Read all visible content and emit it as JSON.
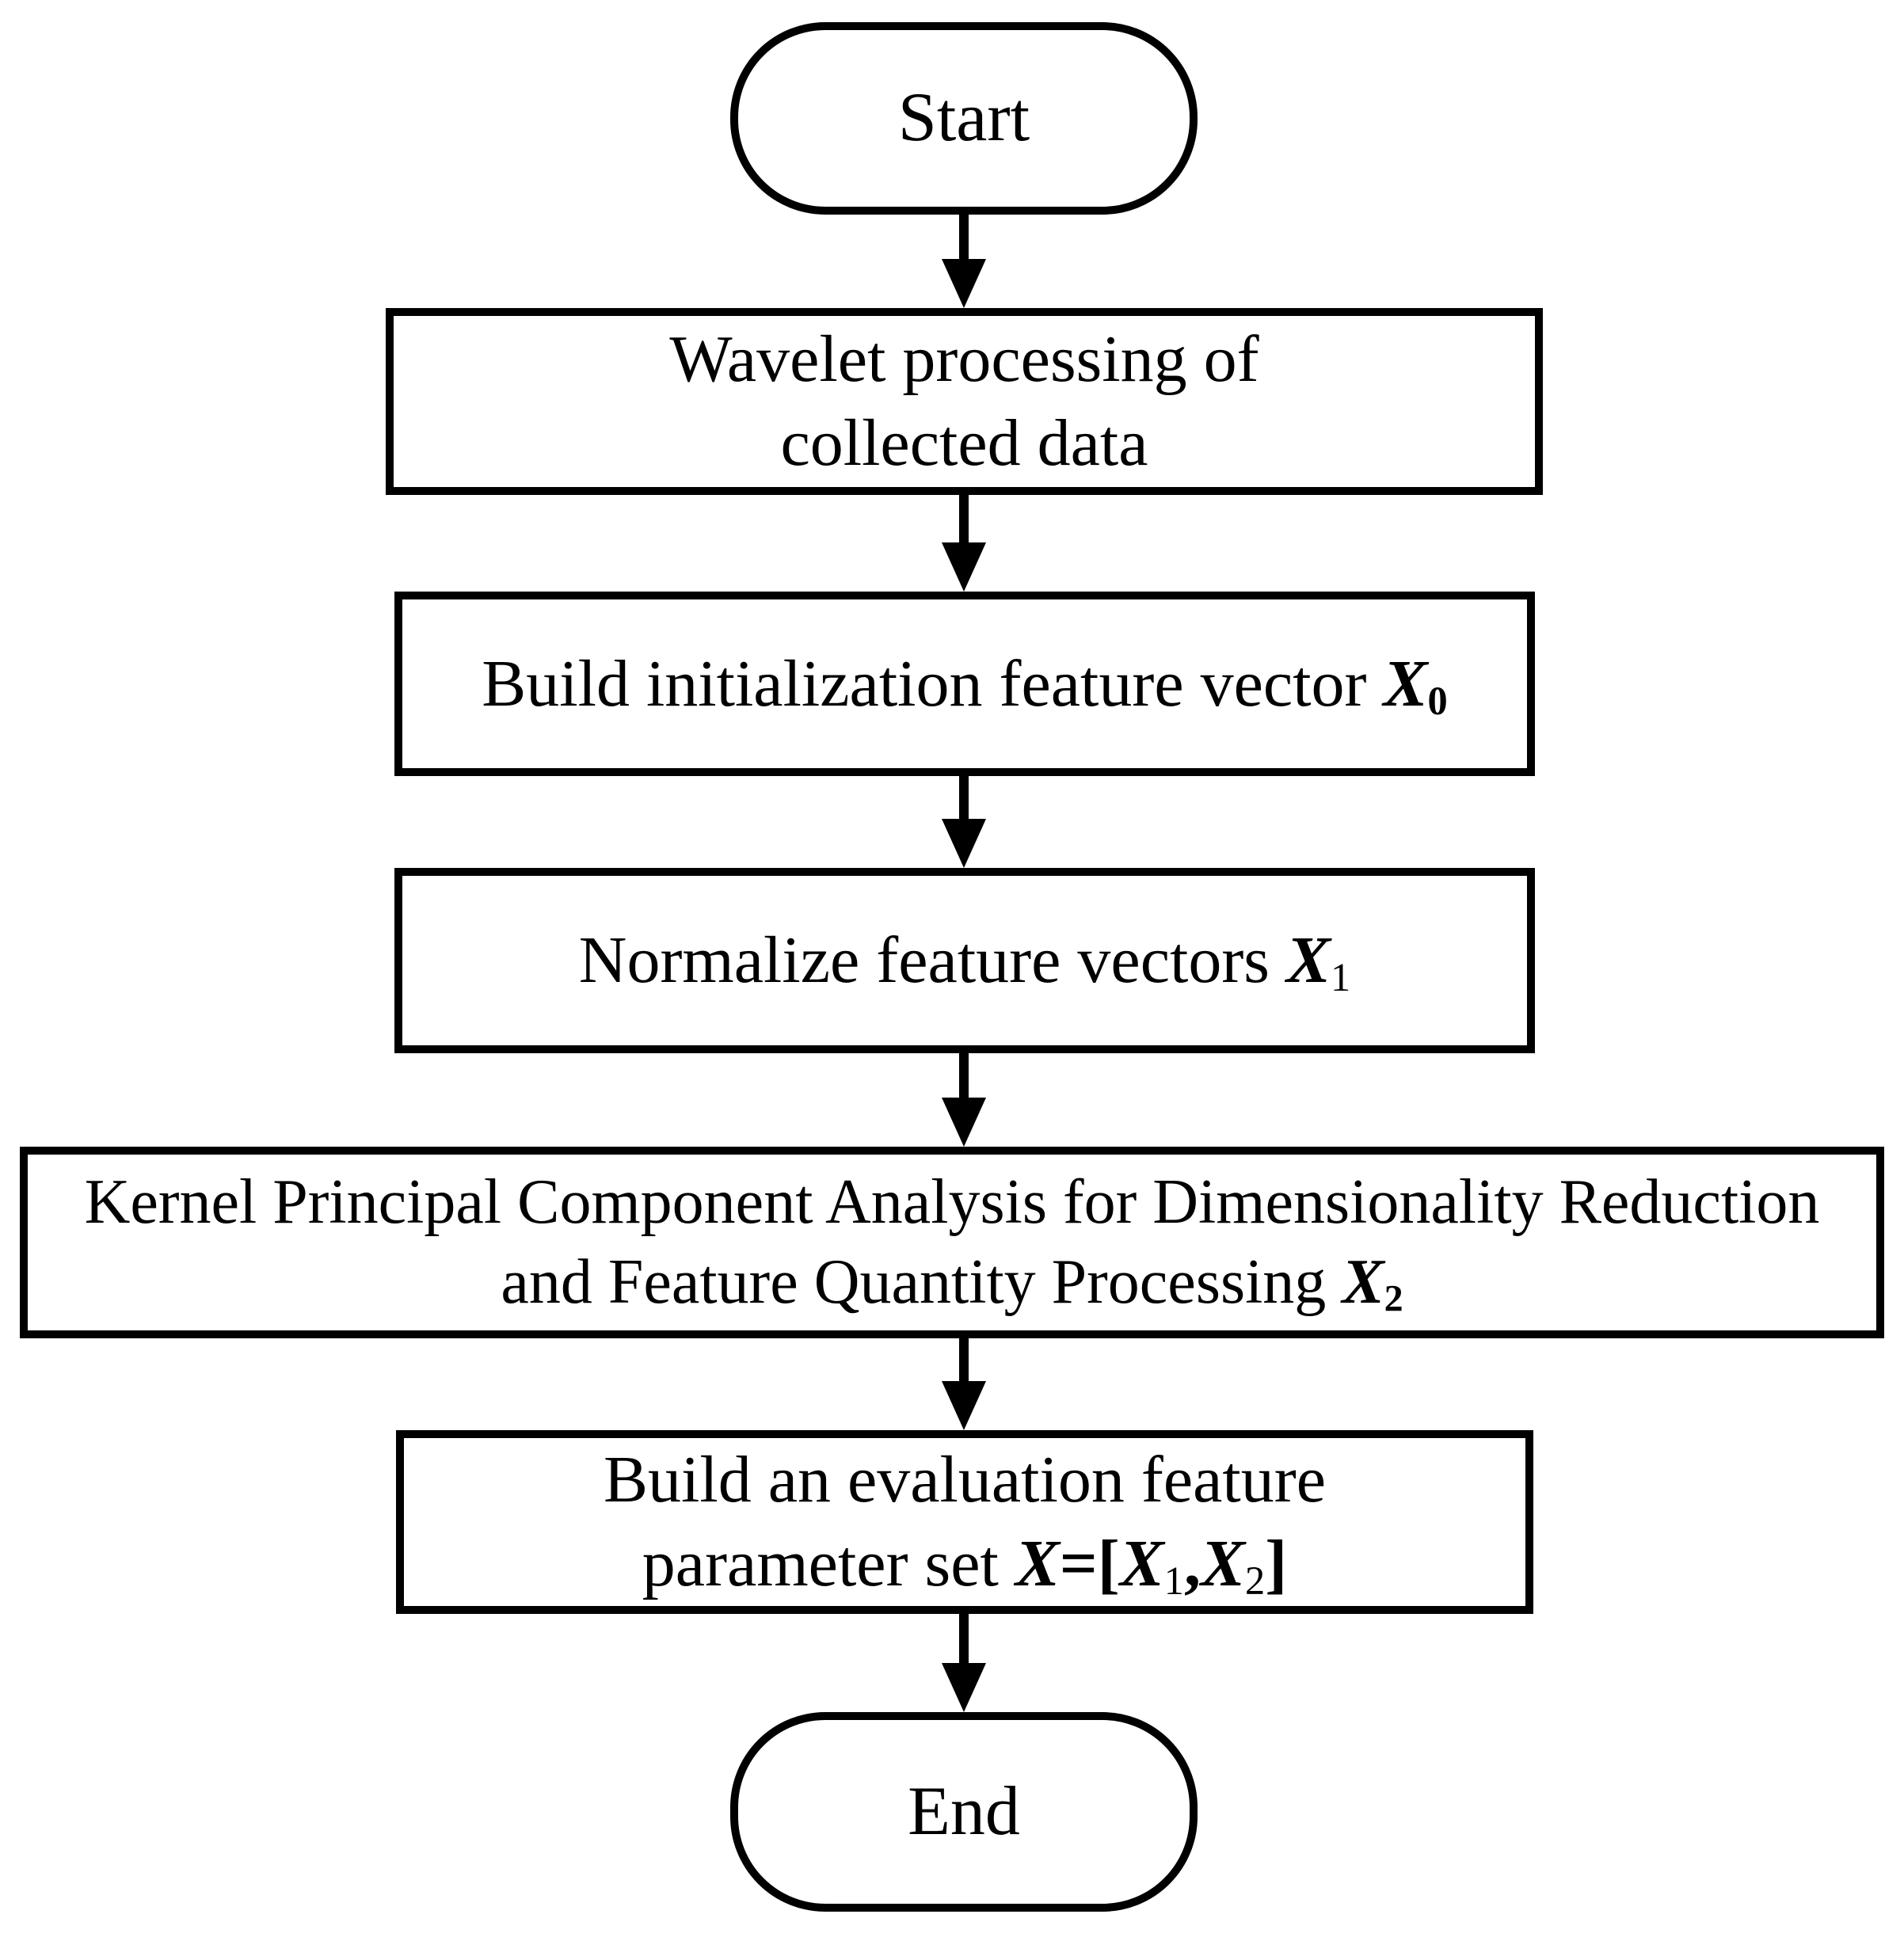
{
  "diagram": {
    "description": "Feature extraction flowchart",
    "colors": {
      "stroke": "#000000",
      "fill": "#ffffff"
    },
    "nodes": {
      "start": {
        "type": "terminator",
        "label": "Start"
      },
      "wavelet": {
        "type": "process",
        "lines": [
          [
            {
              "s": "t",
              "t": "Wavelet processing of"
            }
          ],
          [
            {
              "s": "t",
              "t": "collected data"
            }
          ]
        ]
      },
      "init_vector": {
        "type": "process",
        "lines": [
          [
            {
              "s": "t",
              "t": "Build initialization feature vector "
            },
            {
              "s": "xb",
              "t": "X"
            },
            {
              "s": "subb",
              "t": "0"
            }
          ]
        ]
      },
      "normalize": {
        "type": "process",
        "lines": [
          [
            {
              "s": "t",
              "t": "Normalize feature vectors "
            },
            {
              "s": "xb",
              "t": "X"
            },
            {
              "s": "sub",
              "t": "1"
            }
          ]
        ]
      },
      "kpca": {
        "type": "process",
        "lines": [
          [
            {
              "s": "t",
              "t": "Kernel Principal Component Analysis for Dimensionality Reduction"
            }
          ],
          [
            {
              "s": "t",
              "t": "and Feature Quantity Processing "
            },
            {
              "s": "xb",
              "t": "X"
            },
            {
              "s": "subb",
              "t": "2"
            }
          ]
        ]
      },
      "evaluation_set": {
        "type": "process",
        "lines": [
          [
            {
              "s": "t",
              "t": "Build an evaluation feature"
            }
          ],
          [
            {
              "s": "t",
              "t": "parameter set "
            },
            {
              "s": "xb",
              "t": "X"
            },
            {
              "s": "b",
              "t": "=["
            },
            {
              "s": "xb",
              "t": "X"
            },
            {
              "s": "sub",
              "t": "1"
            },
            {
              "s": "b",
              "t": ","
            },
            {
              "s": "xb",
              "t": "X"
            },
            {
              "s": "sub",
              "t": "2"
            },
            {
              "s": "b",
              "t": "]"
            }
          ]
        ]
      },
      "end": {
        "type": "terminator",
        "label": "End"
      }
    },
    "edges": [
      {
        "from": "start",
        "to": "wavelet"
      },
      {
        "from": "wavelet",
        "to": "init_vector"
      },
      {
        "from": "init_vector",
        "to": "normalize"
      },
      {
        "from": "normalize",
        "to": "kpca"
      },
      {
        "from": "kpca",
        "to": "evaluation_set"
      },
      {
        "from": "evaluation_set",
        "to": "end"
      }
    ]
  }
}
